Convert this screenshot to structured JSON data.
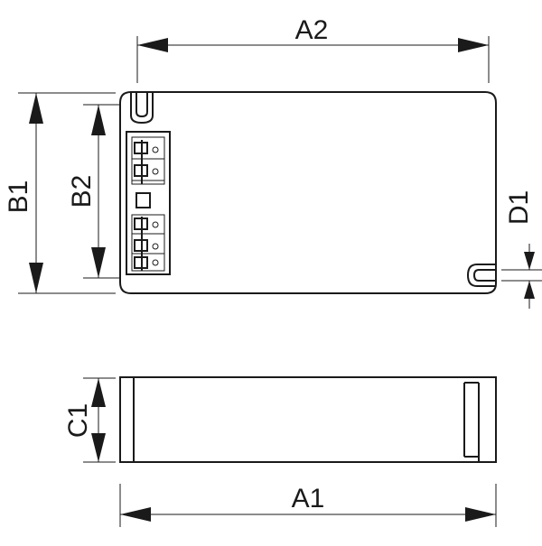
{
  "diagram": {
    "dimension_labels": {
      "a2": "A2",
      "a1": "A1",
      "b1": "B1",
      "b2": "B2",
      "c1": "C1",
      "d1": "D1"
    }
  }
}
